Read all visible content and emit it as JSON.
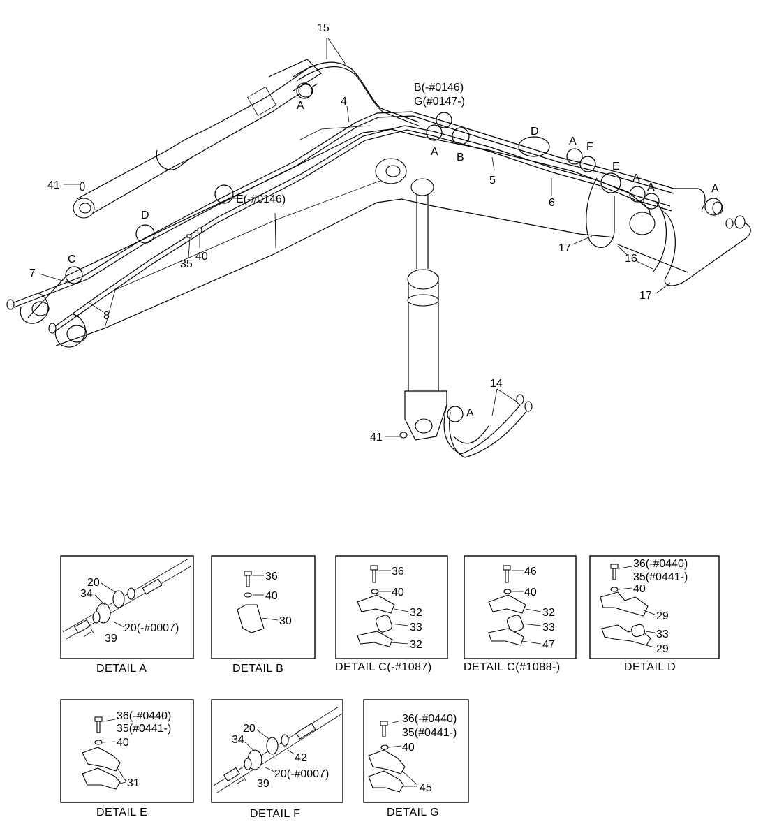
{
  "main_labels": {
    "l15": "15",
    "lB": "B(-#0146)",
    "lG": "G(#0147-)",
    "l4": "4",
    "lA1": "A",
    "lA2": "A",
    "lB2": "B",
    "lD1": "D",
    "lA3": "A",
    "lF": "F",
    "lE1": "E",
    "lA4": "A",
    "lA5": "A",
    "lA6": "A",
    "l5": "5",
    "l6": "6",
    "l41a": "41",
    "lE2": "E(-#0146)",
    "lD2": "D",
    "l35": "35",
    "l40": "40",
    "lC": "C",
    "l7": "7",
    "l8": "8",
    "l17a": "17",
    "l16": "16",
    "l17b": "17",
    "l14": "14",
    "lA7": "A",
    "l41b": "41"
  },
  "details": {
    "a": {
      "caption": "DETAIL  A",
      "n20": "20",
      "n34": "34",
      "n20b": "20(-#0007)",
      "n39": "39"
    },
    "b": {
      "caption": "DETAIL  B",
      "n36": "36",
      "n40": "40",
      "n30": "30"
    },
    "c1": {
      "caption": "DETAIL  C(-#1087)",
      "n36": "36",
      "n40": "40",
      "n32a": "32",
      "n33": "33",
      "n32b": "32"
    },
    "c2": {
      "caption": "DETAIL  C(#1088-)",
      "n46": "46",
      "n40": "40",
      "n32": "32",
      "n33": "33",
      "n47": "47"
    },
    "d": {
      "caption": "DETAIL  D",
      "n36": "36(-#0440)",
      "n35": "35(#0441-)",
      "n40": "40",
      "n29a": "29",
      "n33": "33",
      "n29b": "29"
    },
    "e": {
      "caption": "DETAIL  E",
      "n36": "36(-#0440)",
      "n35": "35(#0441-)",
      "n40": "40",
      "n31": "31"
    },
    "f": {
      "caption": "DETAIL  F",
      "n20": "20",
      "n34": "34",
      "n42": "42",
      "n20b": "20(-#0007)",
      "n39": "39"
    },
    "g": {
      "caption": "DETAIL  G",
      "n36": "36(-#0440)",
      "n35": "35(#0441-)",
      "n40": "40",
      "n45": "45"
    }
  }
}
